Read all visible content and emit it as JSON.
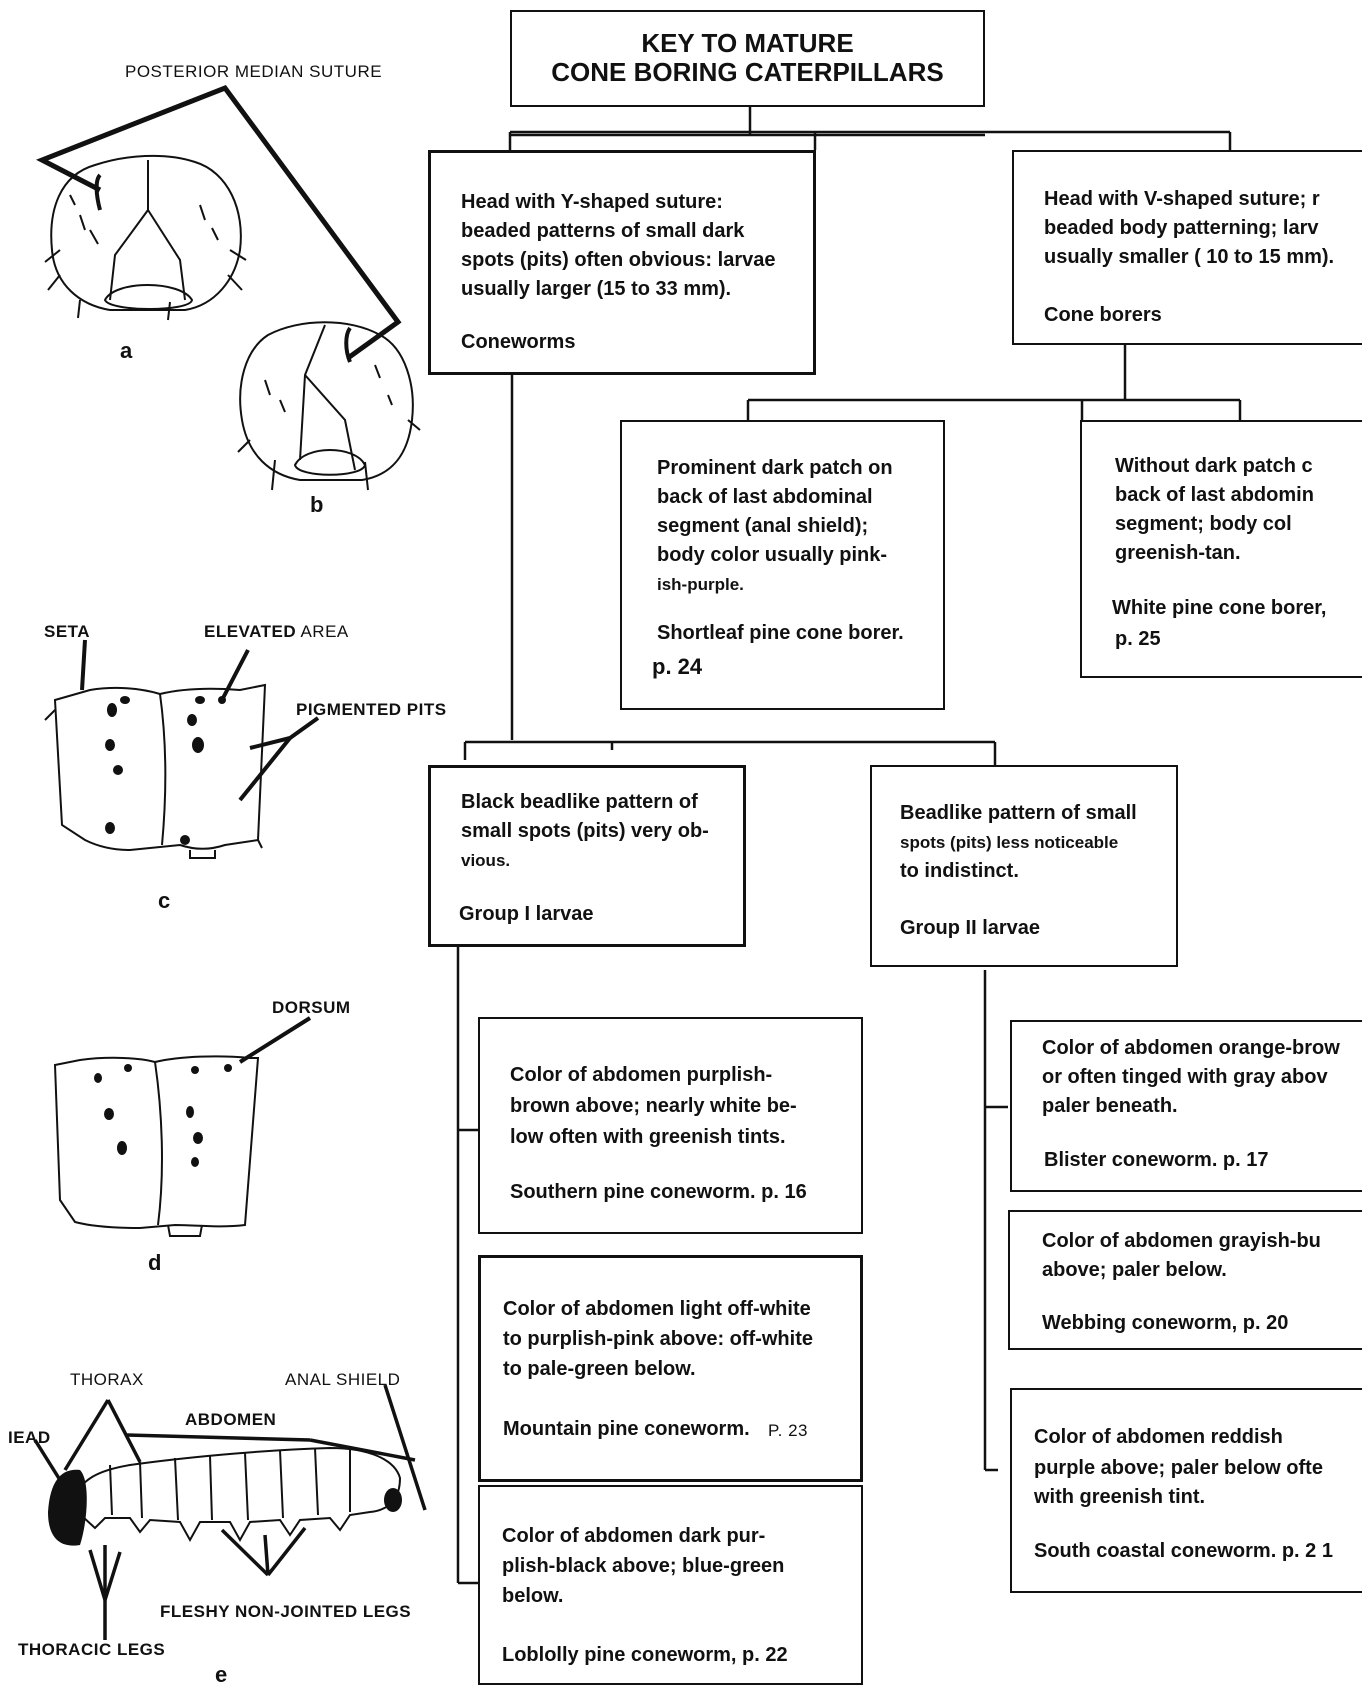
{
  "title": {
    "line1": "KEY TO MATURE",
    "line2": "CONE BORING CATERPILLARS"
  },
  "figures": {
    "labels": {
      "posterior_median_suture": "POSTERIOR MEDIAN SUTURE",
      "seta": "SETA",
      "elevated": "ELEVATED",
      "area": "AREA",
      "pigmented_pits": "PIGMENTED PITS",
      "dorsum": "DORSUM",
      "thorax": "THORAX",
      "anal_shield": "ANAL SHIELD",
      "head": "IEAD",
      "abdomen": "ABDOMEN",
      "fleshy_legs": "FLESHY NON-JOINTED LEGS",
      "thoracic_legs": "THORACIC LEGS"
    },
    "letters": {
      "a": "a",
      "b": "b",
      "c": "c",
      "d": "d",
      "e": "e"
    }
  },
  "key": {
    "coneworms": {
      "lines": [
        "Head with Y-shaped suture:",
        "beaded patterns of small dark",
        "spots (pits) often obvious: larvae",
        "usually larger (15 to 33 mm)."
      ],
      "name": "Coneworms"
    },
    "cone_borers": {
      "lines": [
        "Head with V-shaped suture; r",
        "beaded body patterning; larv",
        "usually smaller ( 10 to 15 mm)."
      ],
      "name": "Cone    borers"
    },
    "shortleaf": {
      "lines": [
        "Prominent dark patch on",
        "back of last abdominal",
        "segment (anal shield);",
        "body color usually pink-",
        "ish-purple."
      ],
      "name": "Shortleaf pine cone borer.",
      "page": "p. 24"
    },
    "white_pine": {
      "lines": [
        "Without dark patch c",
        "back of last abdomin",
        "segment;  body  col",
        "greenish-tan."
      ],
      "name": "White pine cone borer,",
      "page": "p. 25"
    },
    "group1": {
      "lines": [
        "Black beadlike pattern of",
        "small spots (pits) very ob-",
        "vious."
      ],
      "name": "Group I larvae"
    },
    "group2": {
      "lines": [
        "Beadlike pattern of small",
        "spots (pits) less noticeable",
        "to indistinct."
      ],
      "name": "Group II larvae"
    },
    "southern": {
      "lines": [
        "Color of abdomen purplish-",
        "brown above; nearly white be-",
        "low often with greenish tints."
      ],
      "name": "Southern pine coneworm. p. 16"
    },
    "mountain": {
      "lines": [
        "Color of abdomen light off-white",
        "to purplish-pink above: off-white",
        "to pale-green below."
      ],
      "name": "Mountain pine coneworm.",
      "page": "P. 23"
    },
    "loblolly": {
      "lines": [
        "Color of abdomen dark pur-",
        "plish-black above; blue-green",
        "below."
      ],
      "name": "Loblolly pine coneworm, p. 22"
    },
    "blister": {
      "lines": [
        "Color of abdomen orange-brow",
        "or often tinged with gray abov",
        "paler beneath."
      ],
      "name": "Blister coneworm. p. 17"
    },
    "webbing": {
      "lines": [
        "Color of abdomen grayish-bu",
        "above; paler below."
      ],
      "name": "Webbing coneworm, p. 20"
    },
    "south_coastal": {
      "lines": [
        "Color of abdomen reddish",
        "purple above; paler below ofte",
        "with greenish tint."
      ],
      "name": "South coastal coneworm. p. 2 1"
    }
  }
}
